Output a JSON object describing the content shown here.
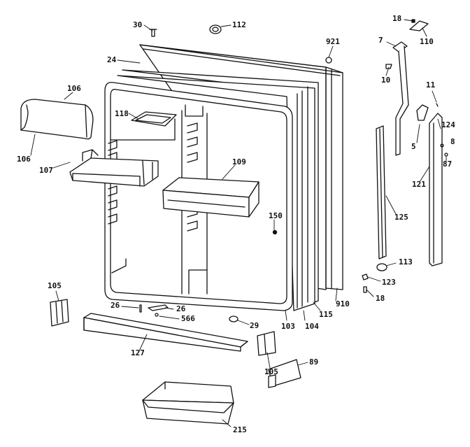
{
  "diagram": {
    "parts": [
      {
        "id": "label-30",
        "number": "30"
      },
      {
        "id": "label-112",
        "number": "112"
      },
      {
        "id": "label-18-top",
        "number": "18"
      },
      {
        "id": "label-110",
        "number": "110"
      },
      {
        "id": "label-7",
        "number": "7"
      },
      {
        "id": "label-921",
        "number": "921"
      },
      {
        "id": "label-24",
        "number": "24"
      },
      {
        "id": "label-106-top",
        "number": "106"
      },
      {
        "id": "label-10",
        "number": "10"
      },
      {
        "id": "label-11",
        "number": "11"
      },
      {
        "id": "label-118",
        "number": "118"
      },
      {
        "id": "label-124",
        "number": "124"
      },
      {
        "id": "label-8",
        "number": "8"
      },
      {
        "id": "label-5",
        "number": "5"
      },
      {
        "id": "label-87",
        "number": "87"
      },
      {
        "id": "label-106-bottom",
        "number": "106"
      },
      {
        "id": "label-107",
        "number": "107"
      },
      {
        "id": "label-109",
        "number": "109"
      },
      {
        "id": "label-121",
        "number": "121"
      },
      {
        "id": "label-125",
        "number": "125"
      },
      {
        "id": "label-150",
        "number": "150"
      },
      {
        "id": "label-113",
        "number": "113"
      },
      {
        "id": "label-123",
        "number": "123"
      },
      {
        "id": "label-105-left",
        "number": "105"
      },
      {
        "id": "label-18-bottom",
        "number": "18"
      },
      {
        "id": "label-910",
        "number": "910"
      },
      {
        "id": "label-26-left",
        "number": "26"
      },
      {
        "id": "label-26-right",
        "number": "26"
      },
      {
        "id": "label-566",
        "number": "566"
      },
      {
        "id": "label-115",
        "number": "115"
      },
      {
        "id": "label-29",
        "number": "29"
      },
      {
        "id": "label-103",
        "number": "103"
      },
      {
        "id": "label-104",
        "number": "104"
      },
      {
        "id": "label-127",
        "number": "127"
      },
      {
        "id": "label-89",
        "number": "89"
      },
      {
        "id": "label-105-bottom",
        "number": "105"
      },
      {
        "id": "label-215",
        "number": "215"
      }
    ]
  }
}
